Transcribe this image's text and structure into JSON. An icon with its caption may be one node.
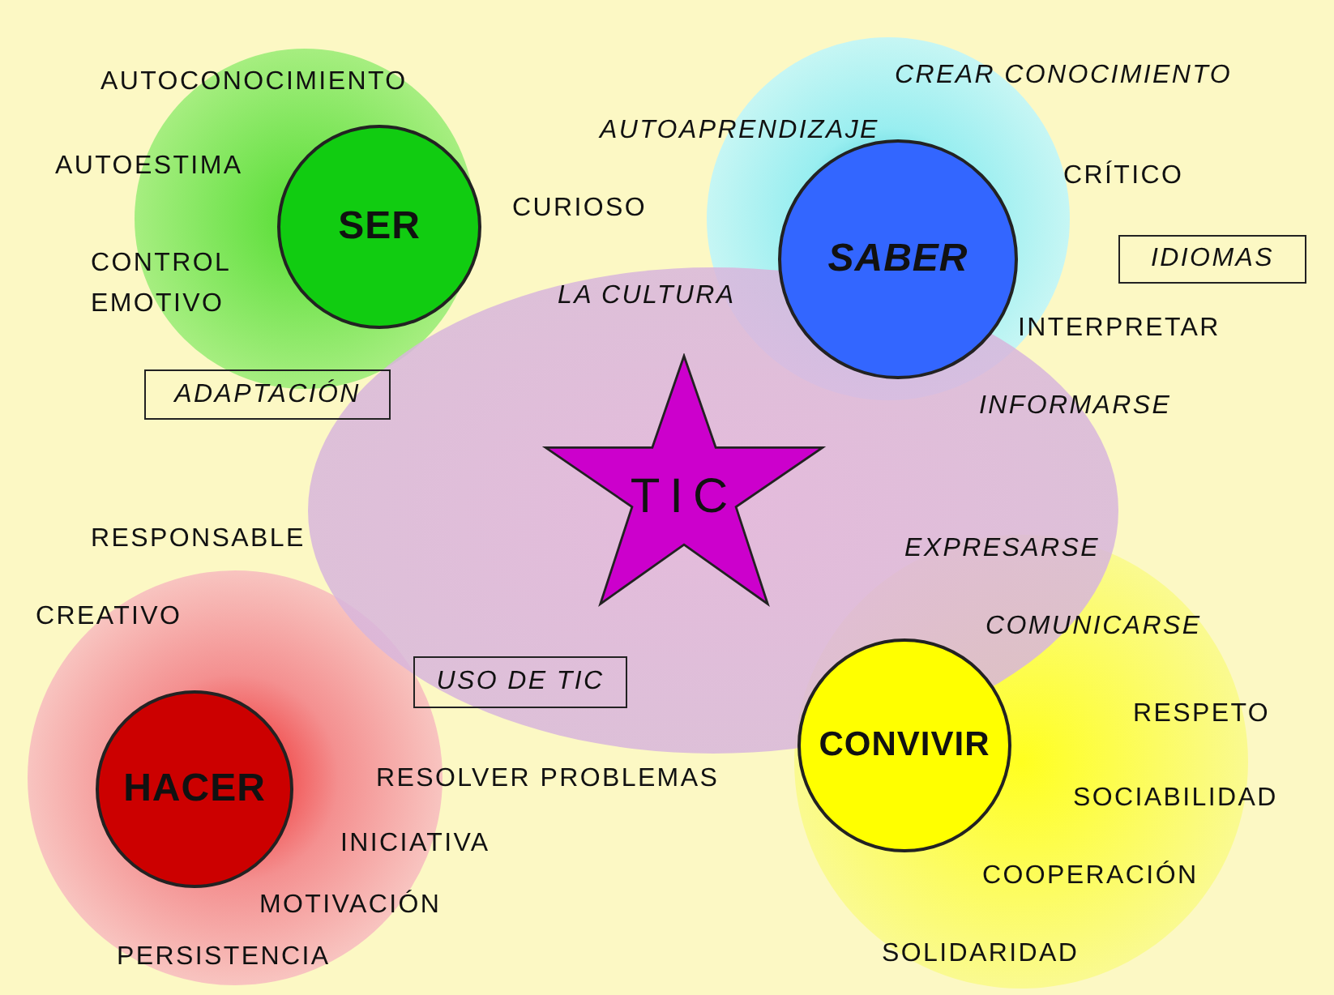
{
  "diagram": {
    "nodes": [
      {
        "text": [
          "SER"
        ]
      },
      {
        "text": [
          "SABER"
        ]
      },
      {
        "text": [
          "IDIOMAS"
        ]
      },
      {
        "text": [
          "ADAPTACIÓN"
        ]
      },
      {
        "text": [
          "TIC"
        ]
      },
      {
        "text": [
          "USO DE TIC"
        ]
      },
      {
        "text": [
          "CONVIVIR"
        ]
      },
      {
        "text": [
          "HACER"
        ]
      }
    ],
    "edges": [],
    "labels": [
      "AUTOCONOCIMIENTO",
      "CREAR CONOCIMIENTO",
      "AUTOAPRENDIZAJE",
      "AUTOESTIMA",
      "CRÍTICO",
      "CURIOSO",
      "CONTROL EMOTIVO",
      "LA CULTURA",
      "INTERPRETAR",
      "INFORMARSE",
      "RESPONSABLE",
      "EXPRESARSE",
      "CREATIVO",
      "COMUNICARSE",
      "RESPETO",
      "RESOLVER PROBLEMAS",
      "SOCIABILIDAD",
      "INICIATIVA",
      "COOPERACIÓN",
      "MOTIVACIÓN",
      "PERSISTENCIA",
      "SOLIDARIDAD"
    ]
  }
}
